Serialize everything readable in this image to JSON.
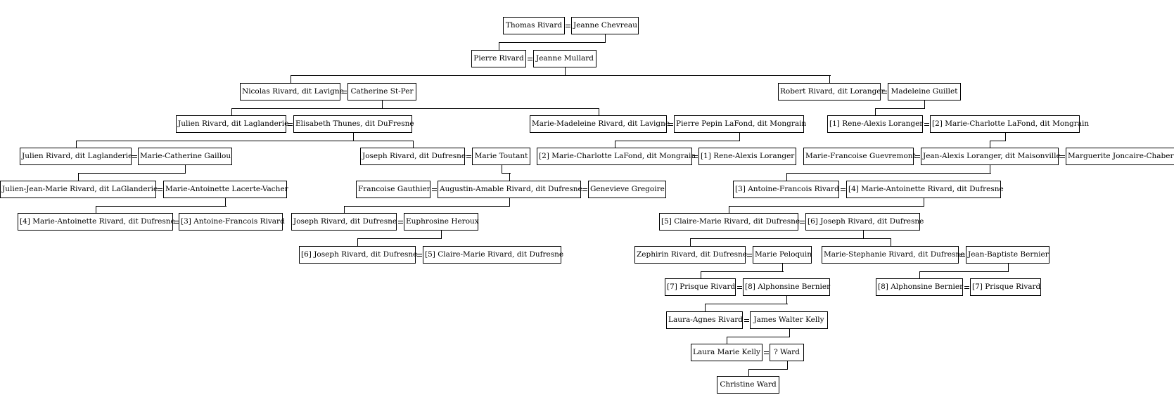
{
  "people": [
    {
      "id": "p1",
      "name": "Thomas Rivard"
    },
    {
      "id": "p2",
      "name": "Jeanne Chevreau"
    },
    {
      "id": "p3",
      "name": "Pierre Rivard"
    },
    {
      "id": "p4",
      "name": "Jeanne Mullard"
    },
    {
      "id": "p5",
      "name": "Nicolas Rivard, dit Lavigne"
    },
    {
      "id": "p6",
      "name": "Catherine St-Per"
    },
    {
      "id": "p7",
      "name": "Robert Rivard, dit Loranger"
    },
    {
      "id": "p8",
      "name": "Madeleine Guillet"
    },
    {
      "id": "p9",
      "name": "Julien Rivard, dit Laglanderie"
    },
    {
      "id": "p10",
      "name": "Elisabeth Thunes, dit DuFresne"
    },
    {
      "id": "p11",
      "name": "Marie-Madeleine Rivard, dit Lavigne"
    },
    {
      "id": "p12",
      "name": "Pierre Pepin LaFond, dit Mongrain"
    },
    {
      "id": "p13",
      "name": "[1] Rene-Alexis Loranger"
    },
    {
      "id": "p14",
      "name": "[2] Marie-Charlotte LaFond, dit Mongrain"
    },
    {
      "id": "p15",
      "name": "Julien Rivard, dit Laglanderie"
    },
    {
      "id": "p16",
      "name": "Marie-Catherine Gaillou"
    },
    {
      "id": "p17",
      "name": "Joseph Rivard, dit Dufresne"
    },
    {
      "id": "p18",
      "name": "Marie Toutant"
    },
    {
      "id": "p19",
      "name": "[2] Marie-Charlotte LaFond, dit Mongrain"
    },
    {
      "id": "p20",
      "name": "[1] Rene-Alexis Loranger"
    },
    {
      "id": "p21",
      "name": "Marie-Francoise Guevremont"
    },
    {
      "id": "p22",
      "name": "Jean-Alexis Loranger, dit Maisonville"
    },
    {
      "id": "p23",
      "name": "Marguerite Joncaire-Chabert"
    },
    {
      "id": "p24",
      "name": "Julien-Jean-Marie Rivard, dit LaGlanderie"
    },
    {
      "id": "p25",
      "name": "Marie-Antoinette Lacerte-Vacher"
    },
    {
      "id": "p26",
      "name": "Francoise Gauthier"
    },
    {
      "id": "p27",
      "name": "Augustin-Amable Rivard, dit Dufresne"
    },
    {
      "id": "p28",
      "name": "Genevieve Gregoire"
    },
    {
      "id": "p29",
      "name": "[3] Antoine-Francois Rivard"
    },
    {
      "id": "p30",
      "name": "[4] Marie-Antoinette Rivard, dit Dufresne"
    },
    {
      "id": "p31",
      "name": "[4] Marie-Antoinette Rivard, dit Dufresne"
    },
    {
      "id": "p32",
      "name": "[3] Antoine-Francois Rivard"
    },
    {
      "id": "p33",
      "name": "Joseph Rivard, dit Dufresne"
    },
    {
      "id": "p34",
      "name": "Euphrosine Heroux"
    },
    {
      "id": "p35",
      "name": "[5] Claire-Marie Rivard, dit Dufresne"
    },
    {
      "id": "p36",
      "name": "[6] Joseph Rivard, dit Dufresne"
    },
    {
      "id": "p37",
      "name": "[6] Joseph Rivard, dit Dufresne"
    },
    {
      "id": "p38",
      "name": "[5] Claire-Marie Rivard, dit Dufresne"
    },
    {
      "id": "p39",
      "name": "Zephirin Rivard, dit Dufresne"
    },
    {
      "id": "p40",
      "name": "Marie Peloquin"
    },
    {
      "id": "p41",
      "name": "Marie-Stephanie Rivard, dit Dufresne"
    },
    {
      "id": "p42",
      "name": "Jean-Baptiste Bernier"
    },
    {
      "id": "p43",
      "name": "[7] Prisque Rivard"
    },
    {
      "id": "p44",
      "name": "[8] Alphonsine Bernier"
    },
    {
      "id": "p45",
      "name": "[8] Alphonsine Bernier"
    },
    {
      "id": "p46",
      "name": "[7] Prisque Rivard"
    },
    {
      "id": "p47",
      "name": "Laura-Agnes Rivard"
    },
    {
      "id": "p48",
      "name": "James Walter Kelly"
    },
    {
      "id": "p49",
      "name": "Laura Marie Kelly"
    },
    {
      "id": "p50",
      "name": "? Ward"
    },
    {
      "id": "p51",
      "name": "Christine Ward"
    }
  ],
  "couples": [
    [
      "p1",
      "p2"
    ],
    [
      "p3",
      "p4"
    ],
    [
      "p5",
      "p6"
    ],
    [
      "p7",
      "p8"
    ],
    [
      "p9",
      "p10"
    ],
    [
      "p11",
      "p12"
    ],
    [
      "p13",
      "p14"
    ],
    [
      "p15",
      "p16"
    ],
    [
      "p17",
      "p18"
    ],
    [
      "p19",
      "p20"
    ],
    [
      "p21",
      "p22"
    ],
    [
      "p22",
      "p23"
    ],
    [
      "p24",
      "p25"
    ],
    [
      "p26",
      "p27"
    ],
    [
      "p27",
      "p28"
    ],
    [
      "p29",
      "p30"
    ],
    [
      "p31",
      "p32"
    ],
    [
      "p33",
      "p34"
    ],
    [
      "p35",
      "p36"
    ],
    [
      "p37",
      "p38"
    ],
    [
      "p39",
      "p40"
    ],
    [
      "p41",
      "p42"
    ],
    [
      "p43",
      "p44"
    ],
    [
      "p45",
      "p46"
    ],
    [
      "p47",
      "p48"
    ],
    [
      "p49",
      "p50"
    ]
  ],
  "descent": [
    {
      "parents": [
        "p1",
        "p2"
      ],
      "children": [
        "p3"
      ]
    },
    {
      "parents": [
        "p3",
        "p4"
      ],
      "children": [
        "p5",
        "p7"
      ]
    },
    {
      "parents": [
        "p5",
        "p6"
      ],
      "children": [
        "p9",
        "p11"
      ]
    },
    {
      "parents": [
        "p7",
        "p8"
      ],
      "children": [
        "p13"
      ]
    },
    {
      "parents": [
        "p9",
        "p10"
      ],
      "children": [
        "p15",
        "p17"
      ]
    },
    {
      "parents": [
        "p11",
        "p12"
      ],
      "children": [
        "p19"
      ]
    },
    {
      "parents": [
        "p13",
        "p14"
      ],
      "children": [
        "p22"
      ]
    },
    {
      "parents": [
        "p15",
        "p16"
      ],
      "children": [
        "p24"
      ]
    },
    {
      "parents": [
        "p17",
        "p18"
      ],
      "children": [
        "p27"
      ]
    },
    {
      "parents": [
        "p21",
        "p22"
      ],
      "children": [
        "p29"
      ]
    },
    {
      "parents": [
        "p24",
        "p25"
      ],
      "children": [
        "p31"
      ]
    },
    {
      "parents": [
        "p26",
        "p27"
      ],
      "children": [
        "p33"
      ]
    },
    {
      "parents": [
        "p29",
        "p30"
      ],
      "children": [
        "p35"
      ]
    },
    {
      "parents": [
        "p33",
        "p34"
      ],
      "children": [
        "p37"
      ]
    },
    {
      "parents": [
        "p35",
        "p36"
      ],
      "children": [
        "p39",
        "p41"
      ]
    },
    {
      "parents": [
        "p39",
        "p40"
      ],
      "children": [
        "p43"
      ]
    },
    {
      "parents": [
        "p41",
        "p42"
      ],
      "children": [
        "p45"
      ]
    },
    {
      "parents": [
        "p43",
        "p44"
      ],
      "children": [
        "p47"
      ]
    },
    {
      "parents": [
        "p47",
        "p48"
      ],
      "children": [
        "p49"
      ]
    },
    {
      "parents": [
        "p49",
        "p50"
      ],
      "children": [
        "p51"
      ]
    }
  ]
}
